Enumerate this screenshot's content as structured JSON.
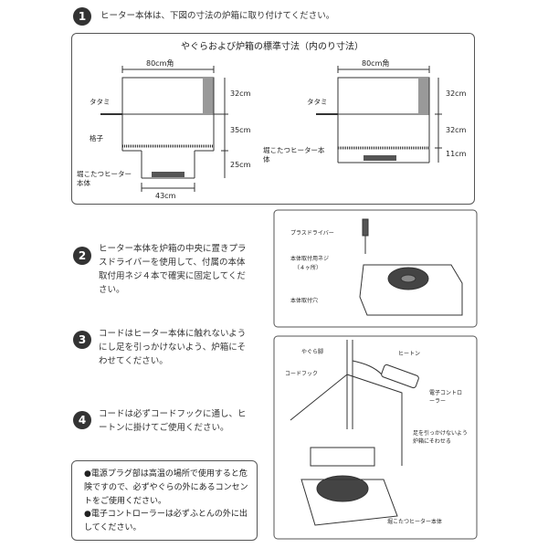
{
  "step1": {
    "num": "1",
    "text": "ヒーター本体は、下図の寸法の炉箱に取り付けてください。"
  },
  "diagram": {
    "title": "やぐらおよび炉箱の標準寸法（内のり寸法）",
    "left": {
      "width": "80cm角",
      "tatami": "タタミ",
      "koushi": "格子",
      "heater": "堀こたつヒーター本体",
      "d1": "32cm",
      "d2": "35cm",
      "d3": "25cm",
      "bottom": "43cm"
    },
    "right": {
      "width": "80cm角",
      "tatami": "タタミ",
      "heater": "堀こたつヒーター本体",
      "d1": "32cm",
      "d2": "32cm",
      "d3": "11cm"
    }
  },
  "step2": {
    "num": "2",
    "text": "ヒーター本体を炉箱の中央に置きプラスドライバーを使用して、付属の本体取付用ネジ４本で確実に固定してください。",
    "fig": {
      "driver": "プラスドライバー",
      "screw": "本体取付用ネジ",
      "screw_count": "（４ヶ所）",
      "hole": "本体取付穴"
    }
  },
  "step3": {
    "num": "3",
    "text": "コードはヒーター本体に触れないようにし足を引っかけないよう、炉箱にそわせてください。"
  },
  "step4": {
    "num": "4",
    "text": "コードは必ずコードフックに通し、ヒートンに掛けてご使用ください。",
    "fig": {
      "yagura": "やぐら脚",
      "hook": "コードフック",
      "heaton": "ヒートン",
      "controller": "電子コントローラー",
      "note": "足を引っかけないよう炉箱にそわせる",
      "heater": "堀こたつヒーター本体"
    }
  },
  "notes": [
    "●電源プラグ部は高温の場所で使用すると危険ですので、必ずやぐらの外にあるコンセントをご使用ください。",
    "●電子コントローラーは必ずふとんの外に出してください。"
  ]
}
